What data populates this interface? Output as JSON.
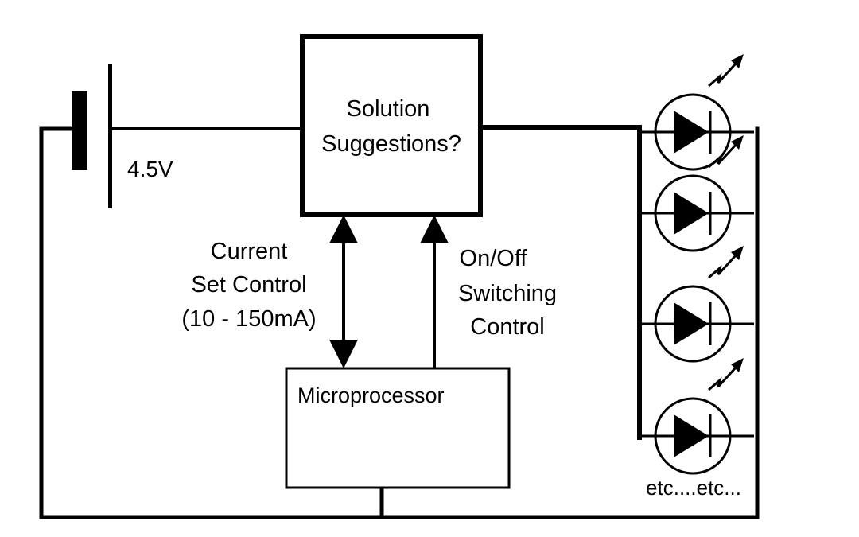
{
  "battery": {
    "voltage_label": "4.5V"
  },
  "solution_box": {
    "line1": "Solution",
    "line2": "Suggestions?"
  },
  "microprocessor": {
    "label": "Microprocessor"
  },
  "current_control": {
    "line1": "Current",
    "line2": "Set Control",
    "line3": "(10 - 150mA)"
  },
  "switching_control": {
    "line1": "On/Off",
    "line2": "Switching",
    "line3": "Control"
  },
  "led_array": {
    "continuation_label": "etc....etc..."
  },
  "colors": {
    "ink": "#000000",
    "background": "#ffffff"
  }
}
